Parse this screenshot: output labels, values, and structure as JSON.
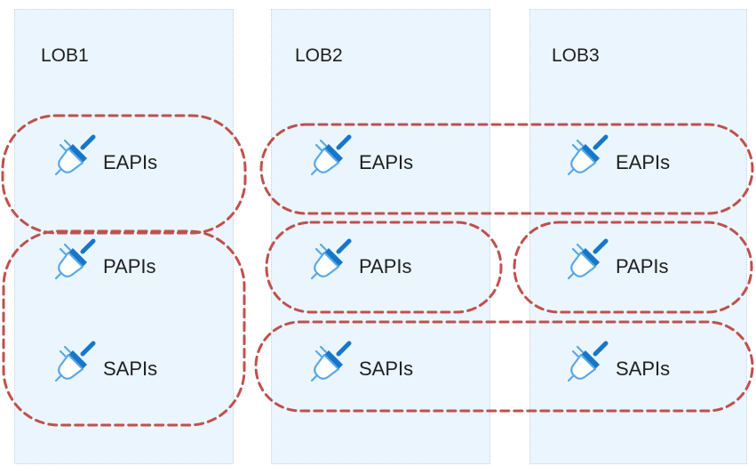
{
  "columns": [
    {
      "id": "lob1",
      "title": "LOB1"
    },
    {
      "id": "lob2",
      "title": "LOB2"
    },
    {
      "id": "lob3",
      "title": "LOB3"
    }
  ],
  "apis": {
    "lob1": {
      "eapi": "EAPIs",
      "papi": "PAPIs",
      "sapi": "SAPIs"
    },
    "lob2": {
      "eapi": "EAPIs",
      "papi": "PAPIs",
      "sapi": "SAPIs"
    },
    "lob3": {
      "eapi": "EAPIs",
      "papi": "PAPIs",
      "sapi": "SAPIs"
    }
  },
  "colors": {
    "column_fill": "#eaf5fd",
    "group_outline": "#c0504d",
    "icon_dark": "#1677c9",
    "icon_light": "#5aa9e6"
  },
  "icon": "connector-plug-icon"
}
